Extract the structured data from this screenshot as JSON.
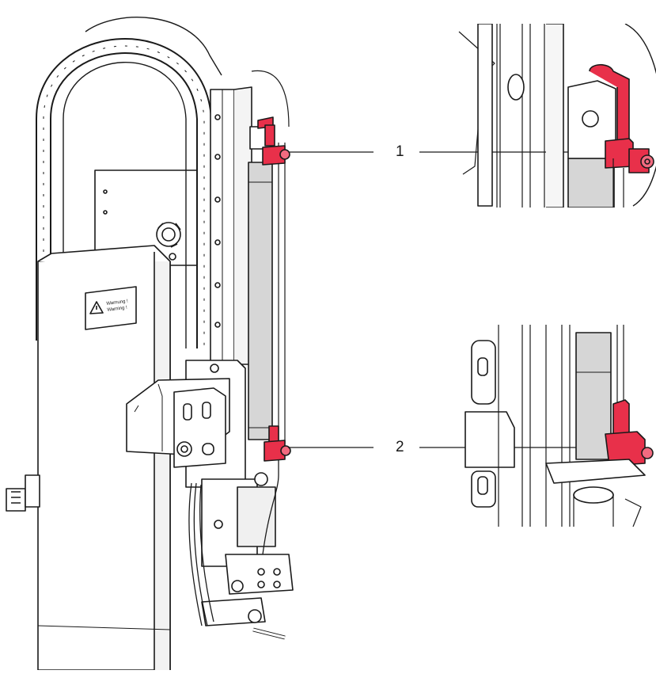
{
  "callouts": [
    {
      "number": "1"
    },
    {
      "number": "2"
    }
  ],
  "warning_label": {
    "line1": "Warnung !",
    "line2": "Warning !"
  },
  "colors": {
    "fitting": "#e8304a",
    "fitting_light": "#f26b80",
    "cylinder": "#d6d6d6",
    "outline": "#1a1a1a",
    "panel_shadow": "#ececec"
  }
}
